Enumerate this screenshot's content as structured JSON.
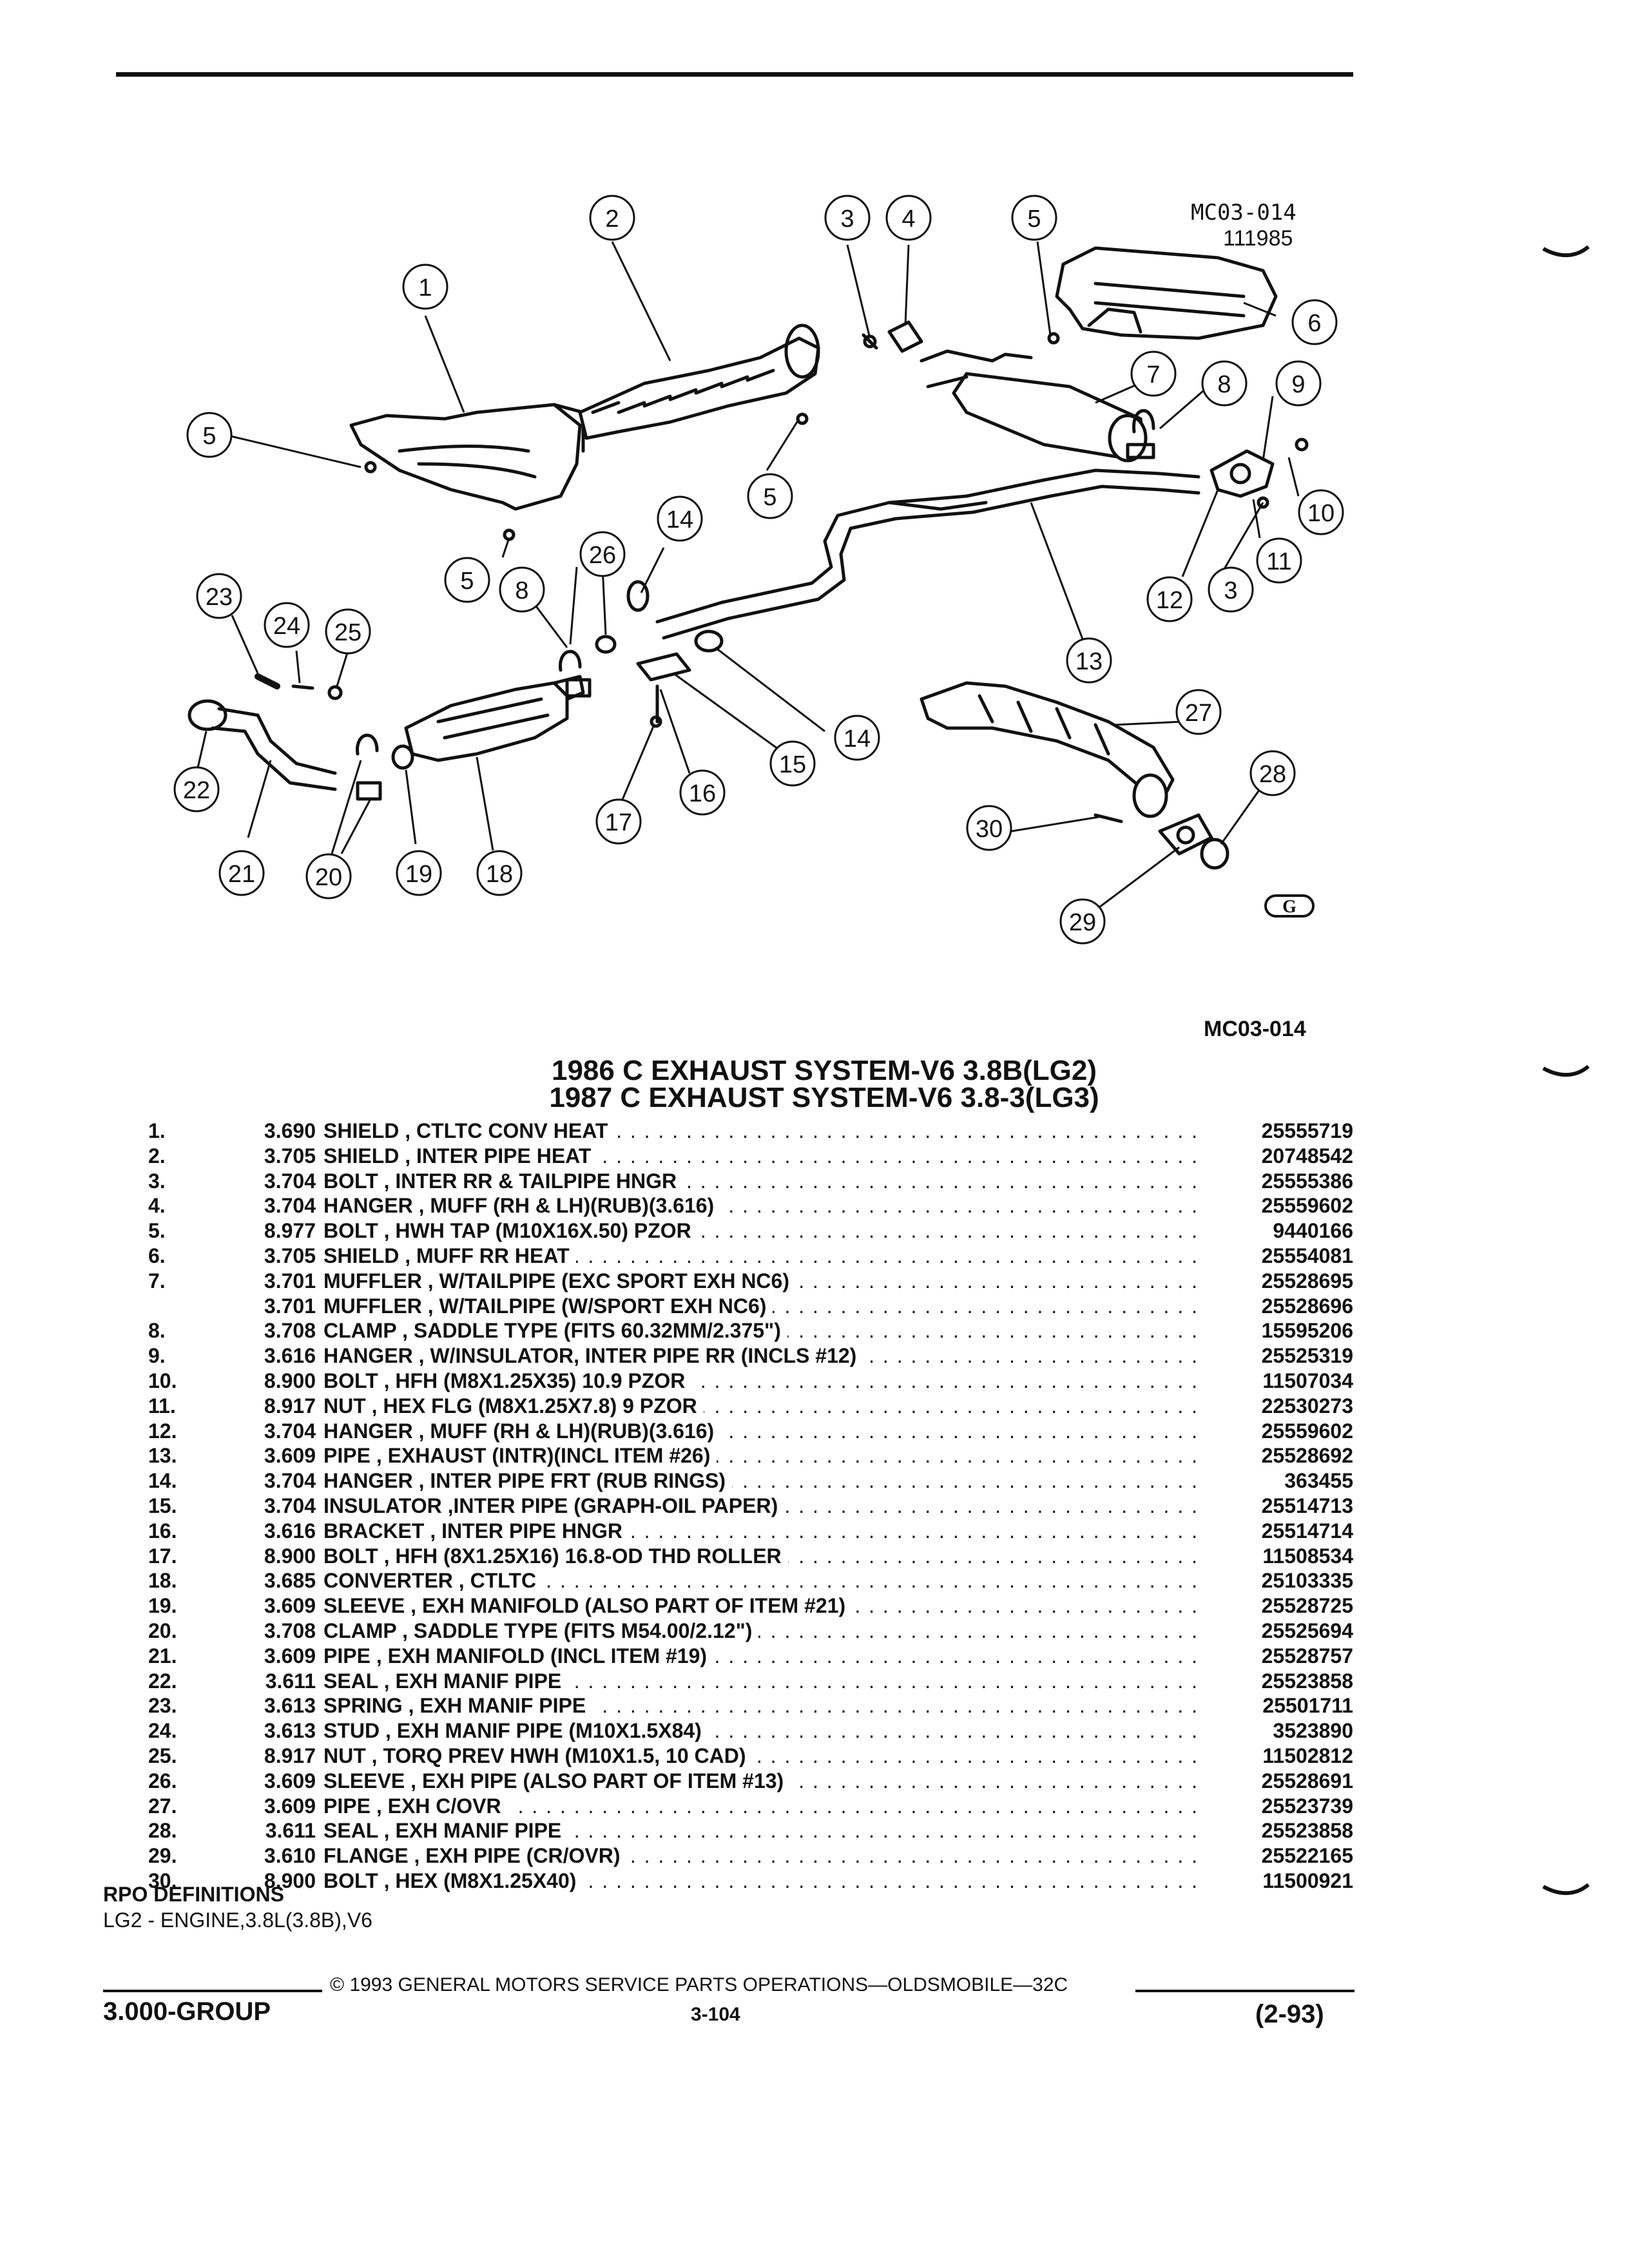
{
  "figure": {
    "ref_code": "MC03-014",
    "ref_date": "111985",
    "figure_code": "MC03-014",
    "logo_letter": "G",
    "callouts": [
      "1",
      "2",
      "3",
      "4",
      "5",
      "5",
      "5",
      "5",
      "6",
      "7",
      "8",
      "8",
      "9",
      "10",
      "11",
      "12",
      "3",
      "13",
      "14",
      "14",
      "15",
      "16",
      "17",
      "18",
      "19",
      "20",
      "21",
      "22",
      "23",
      "24",
      "25",
      "26",
      "27",
      "28",
      "29",
      "30"
    ]
  },
  "titles": {
    "line1": "1986 C EXHAUST SYSTEM-V6 3.8B(LG2)",
    "line2": "1987 C EXHAUST SYSTEM-V6 3.8-3(LG3)"
  },
  "parts": [
    {
      "num": "1.",
      "group": "3.690",
      "desc": "SHIELD , CTLTC CONV HEAT",
      "part": "25555719"
    },
    {
      "num": "2.",
      "group": "3.705",
      "desc": "SHIELD , INTER PIPE HEAT",
      "part": "20748542"
    },
    {
      "num": "3.",
      "group": "3.704",
      "desc": "BOLT , INTER RR & TAILPIPE HNGR",
      "part": "25555386"
    },
    {
      "num": "4.",
      "group": "3.704",
      "desc": "HANGER , MUFF (RH & LH)(RUB)(3.616)",
      "part": "25559602"
    },
    {
      "num": "5.",
      "group": "8.977",
      "desc": "BOLT , HWH TAP (M10X16X.50) PZOR",
      "part": "9440166"
    },
    {
      "num": "6.",
      "group": "3.705",
      "desc": "SHIELD , MUFF RR HEAT",
      "part": "25554081"
    },
    {
      "num": "7.",
      "group": "3.701",
      "desc": "MUFFLER , W/TAILPIPE (EXC SPORT EXH NC6)",
      "part": "25528695"
    },
    {
      "num": "",
      "group": "3.701",
      "desc": "MUFFLER , W/TAILPIPE (W/SPORT EXH NC6)",
      "part": "25528696"
    },
    {
      "num": "8.",
      "group": "3.708",
      "desc": "CLAMP , SADDLE TYPE (FITS 60.32MM/2.375\")",
      "part": "15595206"
    },
    {
      "num": "9.",
      "group": "3.616",
      "desc": "HANGER , W/INSULATOR, INTER PIPE RR (INCLS #12)",
      "part": "25525319"
    },
    {
      "num": "10.",
      "group": "8.900",
      "desc": "BOLT , HFH (M8X1.25X35) 10.9 PZOR",
      "part": "11507034"
    },
    {
      "num": "11.",
      "group": "8.917",
      "desc": "NUT , HEX FLG (M8X1.25X7.8) 9 PZOR",
      "part": "22530273"
    },
    {
      "num": "12.",
      "group": "3.704",
      "desc": "HANGER , MUFF (RH & LH)(RUB)(3.616)",
      "part": "25559602"
    },
    {
      "num": "13.",
      "group": "3.609",
      "desc": "PIPE , EXHAUST (INTR)(INCL ITEM #26)",
      "part": "25528692"
    },
    {
      "num": "14.",
      "group": "3.704",
      "desc": "HANGER , INTER PIPE FRT (RUB RINGS)",
      "part": "363455"
    },
    {
      "num": "15.",
      "group": "3.704",
      "desc": "INSULATOR ,INTER PIPE (GRAPH-OIL PAPER)",
      "part": "25514713"
    },
    {
      "num": "16.",
      "group": "3.616",
      "desc": "BRACKET , INTER PIPE HNGR",
      "part": "25514714"
    },
    {
      "num": "17.",
      "group": "8.900",
      "desc": "BOLT , HFH (8X1.25X16) 16.8-OD THD ROLLER",
      "part": "11508534"
    },
    {
      "num": "18.",
      "group": "3.685",
      "desc": "CONVERTER , CTLTC",
      "part": "25103335"
    },
    {
      "num": "19.",
      "group": "3.609",
      "desc": "SLEEVE , EXH MANIFOLD (ALSO PART OF ITEM #21)",
      "part": "25528725"
    },
    {
      "num": "20.",
      "group": "3.708",
      "desc": "CLAMP , SADDLE TYPE (FITS M54.00/2.12\")",
      "part": "25525694"
    },
    {
      "num": "21.",
      "group": "3.609",
      "desc": "PIPE , EXH MANIFOLD (INCL ITEM #19)",
      "part": "25528757"
    },
    {
      "num": "22.",
      "group": "3.611",
      "desc": "SEAL , EXH MANIF PIPE",
      "part": "25523858"
    },
    {
      "num": "23.",
      "group": "3.613",
      "desc": "SPRING , EXH MANIF PIPE",
      "part": "25501711"
    },
    {
      "num": "24.",
      "group": "3.613",
      "desc": "STUD , EXH MANIF PIPE (M10X1.5X84)",
      "part": "3523890"
    },
    {
      "num": "25.",
      "group": "8.917",
      "desc": "NUT , TORQ PREV HWH (M10X1.5, 10 CAD)",
      "part": "11502812"
    },
    {
      "num": "26.",
      "group": "3.609",
      "desc": "SLEEVE , EXH PIPE (ALSO PART OF ITEM #13)",
      "part": "25528691"
    },
    {
      "num": "27.",
      "group": "3.609",
      "desc": "PIPE , EXH C/OVR",
      "part": "25523739"
    },
    {
      "num": "28.",
      "group": "3.611",
      "desc": "SEAL , EXH MANIF PIPE",
      "part": "25523858"
    },
    {
      "num": "29.",
      "group": "3.610",
      "desc": "FLANGE , EXH PIPE (CR/OVR)",
      "part": "25522165"
    },
    {
      "num": "30.",
      "group": "8.900",
      "desc": "BOLT , HEX (M8X1.25X40)",
      "part": "11500921"
    }
  ],
  "rpo": {
    "title": "RPO DEFINITIONS",
    "definition": "LG2 - ENGINE,3.8L(3.8B),V6"
  },
  "footer": {
    "copyright": "© 1993 GENERAL MOTORS SERVICE PARTS OPERATIONS—OLDSMOBILE—32C",
    "group": "3.000-GROUP",
    "page": "3-104",
    "date": "(2-93)"
  }
}
